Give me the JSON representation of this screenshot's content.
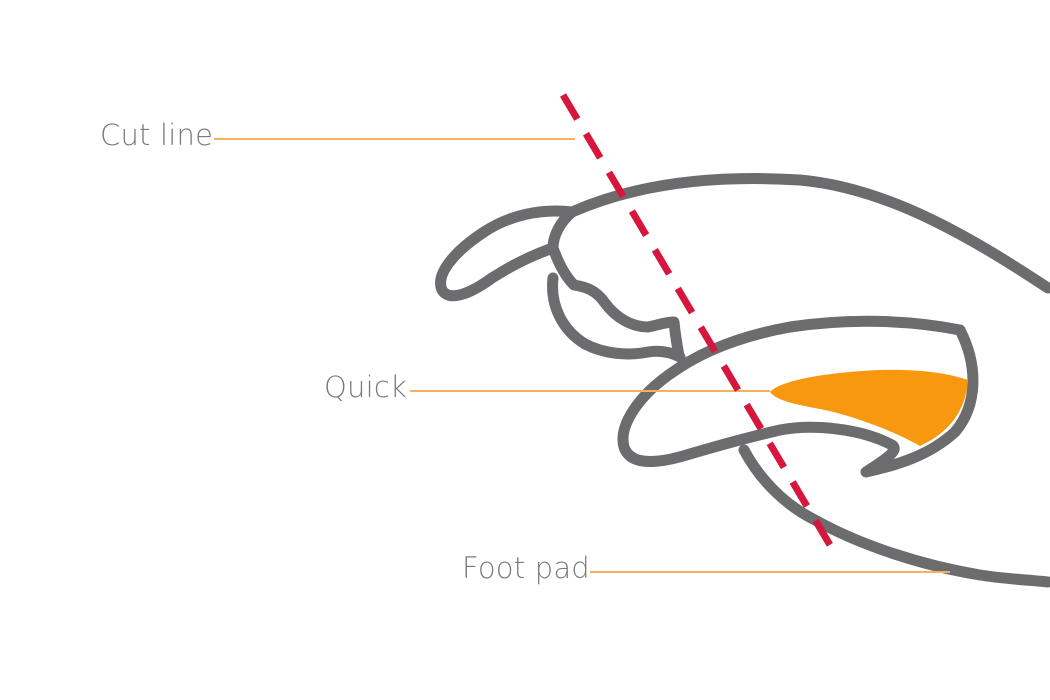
{
  "labels": {
    "cut_line": "Cut line",
    "quick": "Quick",
    "foot_pad": "Foot pad"
  },
  "colors": {
    "outline": "#6c6c6e",
    "quick_fill": "#f7980f",
    "leader_line": "#f4b35a",
    "cut_line": "#d6163c",
    "label_text": "#7a7a7c",
    "background": "#ffffff"
  }
}
